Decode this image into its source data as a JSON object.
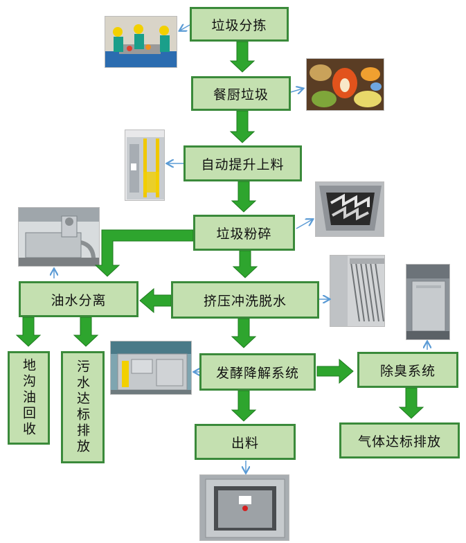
{
  "nodes": {
    "sorting": "垃圾分拣",
    "kitchen_waste": "餐厨垃圾",
    "auto_lift": "自动提升上料",
    "crushing": "垃圾粉碎",
    "squeeze": "挤压冲洗脱水",
    "oil_water": "油水分离",
    "gutter_oil": "地沟油回收",
    "sewage": "污水达标排放",
    "ferment": "发酵降解系统",
    "deodor": "除臭系统",
    "discharge": "出料",
    "gas": "气体达标排放"
  },
  "photos": {
    "sorting": "workers-sorting-photo",
    "kitchen_waste": "food-waste-photo",
    "auto_lift": "lift-machine-photo",
    "crushing": "crusher-photo",
    "oil_water": "oil-separator-photo",
    "squeeze": "screw-press-photo",
    "deodor": "deodor-unit-photo",
    "ferment": "fermenter-photo",
    "discharge": "outlet-photo"
  },
  "colors": {
    "box_fill": "#c4e0b0",
    "box_border": "#3a8a3a",
    "arrow_green": "#2ea52e",
    "arrow_blue": "#5b9bd5"
  }
}
